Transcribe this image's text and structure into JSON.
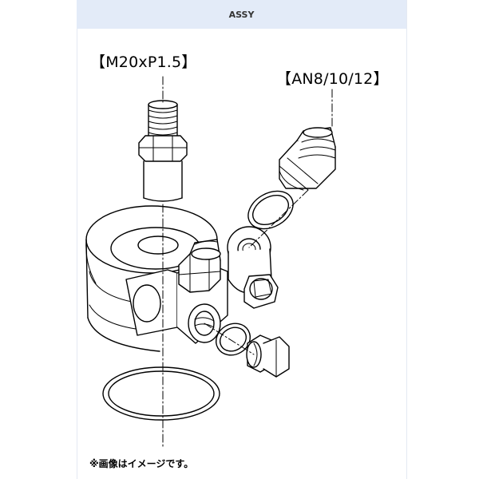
{
  "header": {
    "title": "ASSY"
  },
  "callouts": {
    "thread": "【M20xP1.5】",
    "fitting": "【AN8/10/12】"
  },
  "footnote": "※画像はイメージです。",
  "colors": {
    "header_bg": "#e3ebf8",
    "frame_border": "#e4e9f2",
    "line": "#000000"
  }
}
